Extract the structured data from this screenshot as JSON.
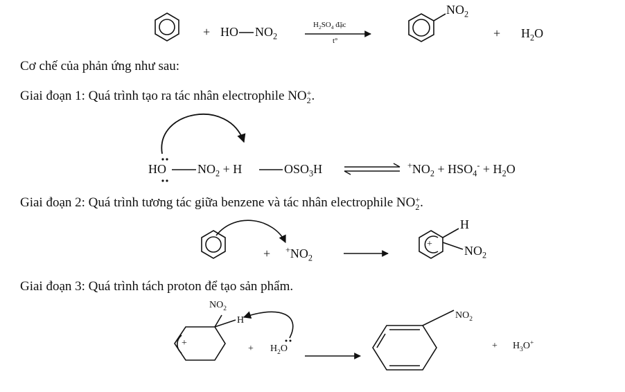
{
  "reaction": {
    "plus1": "+",
    "reagent_left": "HO",
    "reagent_right": "NO",
    "reagent_sub": "2",
    "condition_top": "H",
    "condition_top_sub1": "2",
    "condition_top_mid": "SO",
    "condition_top_sub2": "4",
    "condition_top_end": " đặc",
    "condition_bottom": "t°",
    "product_group": "NO",
    "product_group_sub": "2",
    "plus2": "+",
    "water": "H",
    "water_sub": "2",
    "water_end": "O"
  },
  "mechanism_intro": "Cơ chế của phản ứng như sau:",
  "stage1": {
    "text": "Giai đoạn 1: Quá trình tạo ra tác nhân electrophile",
    "ion": "NO",
    "ion_sup": "+",
    "ion_sub": "2",
    "end": ".",
    "eq_hon": "HO",
    "eq_no2": "NO",
    "eq_no2_sub": "2",
    "eq_plus_h": " + H",
    "eq_oso3h": "OSO",
    "eq_oso3h_sub": "3",
    "eq_oso3h_end": "H",
    "prod_sup": "+",
    "prod_no2": "NO",
    "prod_no2_sub": "2",
    "prod_rest1": " + HSO",
    "prod_rest_sub": "4",
    "prod_rest_sup": "-",
    "prod_rest2": " + H",
    "prod_rest3_sub": "2",
    "prod_rest3": "O"
  },
  "stage2": {
    "text": "Giai đoạn 2: Quá trình tương tác giữa benzene và tác nhân electrophile",
    "ion": "NO",
    "ion_sup": "+",
    "ion_sub": "2",
    "end": ".",
    "plus": "+",
    "reagent_sup": "+",
    "reagent": "NO",
    "reagent_sub": "2",
    "inter_h": "H",
    "inter_no2": "NO",
    "inter_no2_sub": "2",
    "inter_charge": "+"
  },
  "stage3": {
    "text": "Giai đoạn 3: Quá trình tách proton để tạo sản phẩm.",
    "sub_no2": "NO",
    "sub_no2_sub": "2",
    "sub_h": "H",
    "charge": "+",
    "plus1": "+",
    "water": "H",
    "water_sub": "2",
    "water_end": "O",
    "prod_no2": "NO",
    "prod_no2_sub": "2",
    "plus2": "+",
    "hydronium": "H",
    "hydronium_sub": "3",
    "hydronium_mid": "O",
    "hydronium_sup": "+"
  }
}
